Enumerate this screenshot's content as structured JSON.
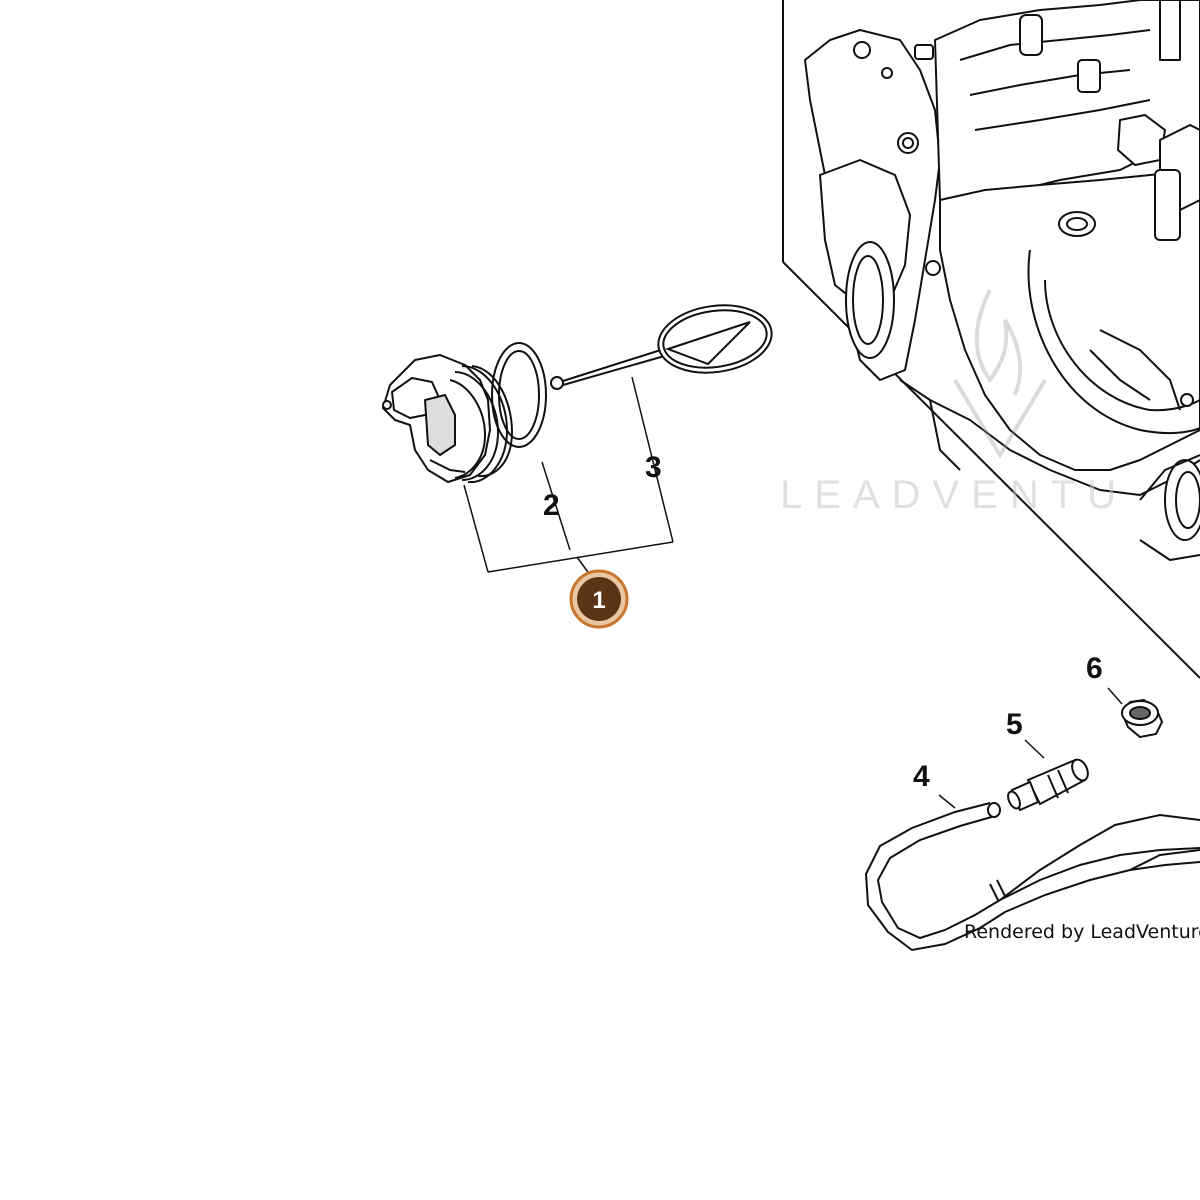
{
  "diagram": {
    "labels": {
      "p2": "2",
      "p3": "3",
      "p4": "4",
      "p5": "5",
      "p6": "6"
    },
    "callout": {
      "number": "1",
      "ring_color": "#c8762e",
      "fill_color": "#5a3414"
    },
    "watermark": "LEADVENTU",
    "credit": "Rendered by LeadVenture, In",
    "line_color": "#111111"
  }
}
